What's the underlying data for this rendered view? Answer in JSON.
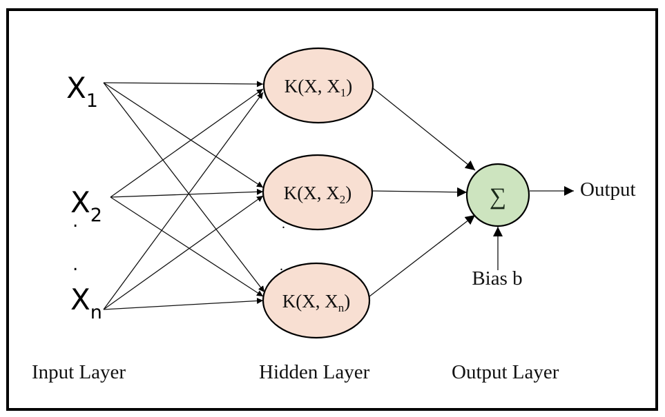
{
  "diagram": {
    "type": "rbf-network",
    "colors": {
      "hidden_fill": "#F8DFD2",
      "output_fill": "#CDE4BF",
      "stroke": "#000000",
      "background": "#FFFFFF"
    },
    "inputs": [
      {
        "id": "x1",
        "base": "X",
        "sub": "1"
      },
      {
        "id": "x2",
        "base": "X",
        "sub": "2"
      },
      {
        "id": "xn",
        "base": "X",
        "sub": "n"
      }
    ],
    "input_ellipsis": [
      ".",
      "."
    ],
    "hidden": [
      {
        "id": "k1",
        "prefix": "K(X, X",
        "sub": "1",
        "suffix": ")"
      },
      {
        "id": "k2",
        "prefix": "K(X, X",
        "sub": "2",
        "suffix": ")"
      },
      {
        "id": "kn",
        "prefix": "K(X, X",
        "sub": "n",
        "suffix": ")"
      }
    ],
    "hidden_ellipsis": [
      ".",
      "."
    ],
    "output_node": {
      "symbol": "∑"
    },
    "output_label": "Output",
    "bias_label": "Bias b",
    "layer_labels": {
      "input": "Input Layer",
      "hidden": "Hidden Layer",
      "output": "Output Layer"
    },
    "edges": [
      {
        "from": "x1",
        "to": "k1"
      },
      {
        "from": "x1",
        "to": "k2"
      },
      {
        "from": "x1",
        "to": "kn"
      },
      {
        "from": "x2",
        "to": "k1"
      },
      {
        "from": "x2",
        "to": "k2"
      },
      {
        "from": "x2",
        "to": "kn"
      },
      {
        "from": "xn",
        "to": "k1"
      },
      {
        "from": "xn",
        "to": "k2"
      },
      {
        "from": "xn",
        "to": "kn"
      },
      {
        "from": "k1",
        "to": "sum"
      },
      {
        "from": "k2",
        "to": "sum"
      },
      {
        "from": "kn",
        "to": "sum"
      },
      {
        "from": "sum",
        "to": "output"
      },
      {
        "from": "bias",
        "to": "sum"
      }
    ]
  }
}
